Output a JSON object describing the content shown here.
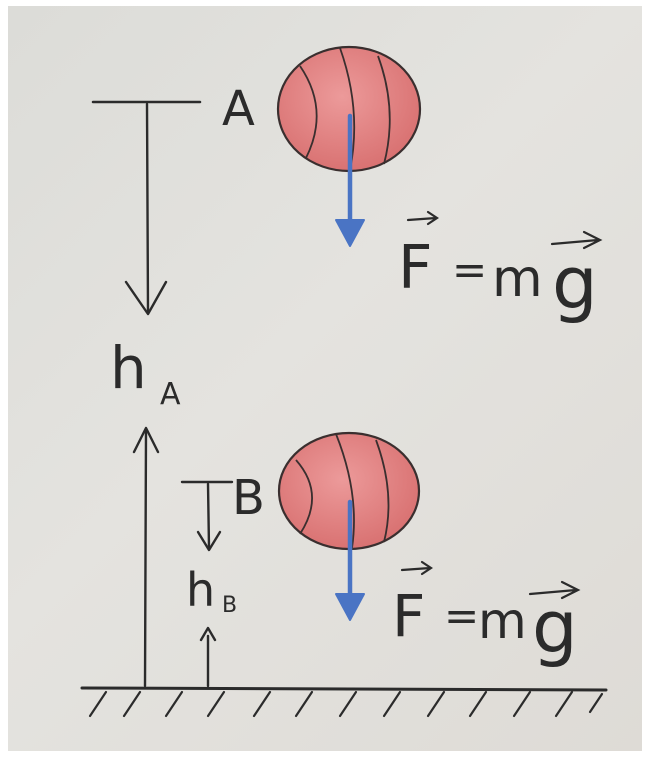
{
  "labels": {
    "point_a": "A",
    "point_b": "B",
    "height_a_main": "h",
    "height_a_sub": "A",
    "height_b_main": "h",
    "height_b_sub": "B",
    "force_vec_f": "F",
    "force_equals": "=",
    "force_m": "m",
    "force_g": "g"
  },
  "colors": {
    "ink": "#2b2b2b",
    "ball_fill": "#e68e8e",
    "ball_stroke": "#3a2f2f",
    "force_arrow": "#4a74c4",
    "paper": "#e0dfdb"
  }
}
